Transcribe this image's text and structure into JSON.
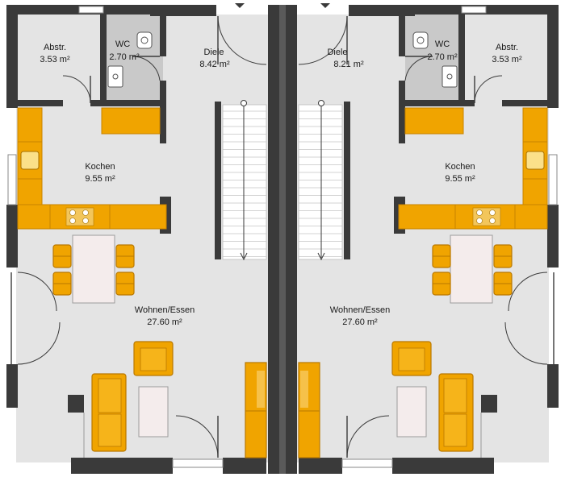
{
  "units": {
    "left": {
      "storage": {
        "name": "Abstr.",
        "area": "3.53 m²"
      },
      "wc": {
        "name": "WC",
        "area": "2.70 m²"
      },
      "hall": {
        "name": "Diele",
        "area": "8.42 m²"
      },
      "kitchen": {
        "name": "Kochen",
        "area": "9.55 m²"
      },
      "living": {
        "name": "Wohnen/Essen",
        "area": "27.60 m²"
      }
    },
    "right": {
      "storage": {
        "name": "Abstr.",
        "area": "3.53 m²"
      },
      "wc": {
        "name": "WC",
        "area": "2.70 m²"
      },
      "hall": {
        "name": "Diele",
        "area": "8.21 m²"
      },
      "kitchen": {
        "name": "Kochen",
        "area": "9.55 m²"
      },
      "living": {
        "name": "Wohnen/Essen",
        "area": "27.60 m²"
      }
    }
  },
  "colors": {
    "wall": "#3a3a3a",
    "floor": "#e4e4e4",
    "furniture": "#f0a400",
    "wet_room": "#c9c9c9"
  }
}
